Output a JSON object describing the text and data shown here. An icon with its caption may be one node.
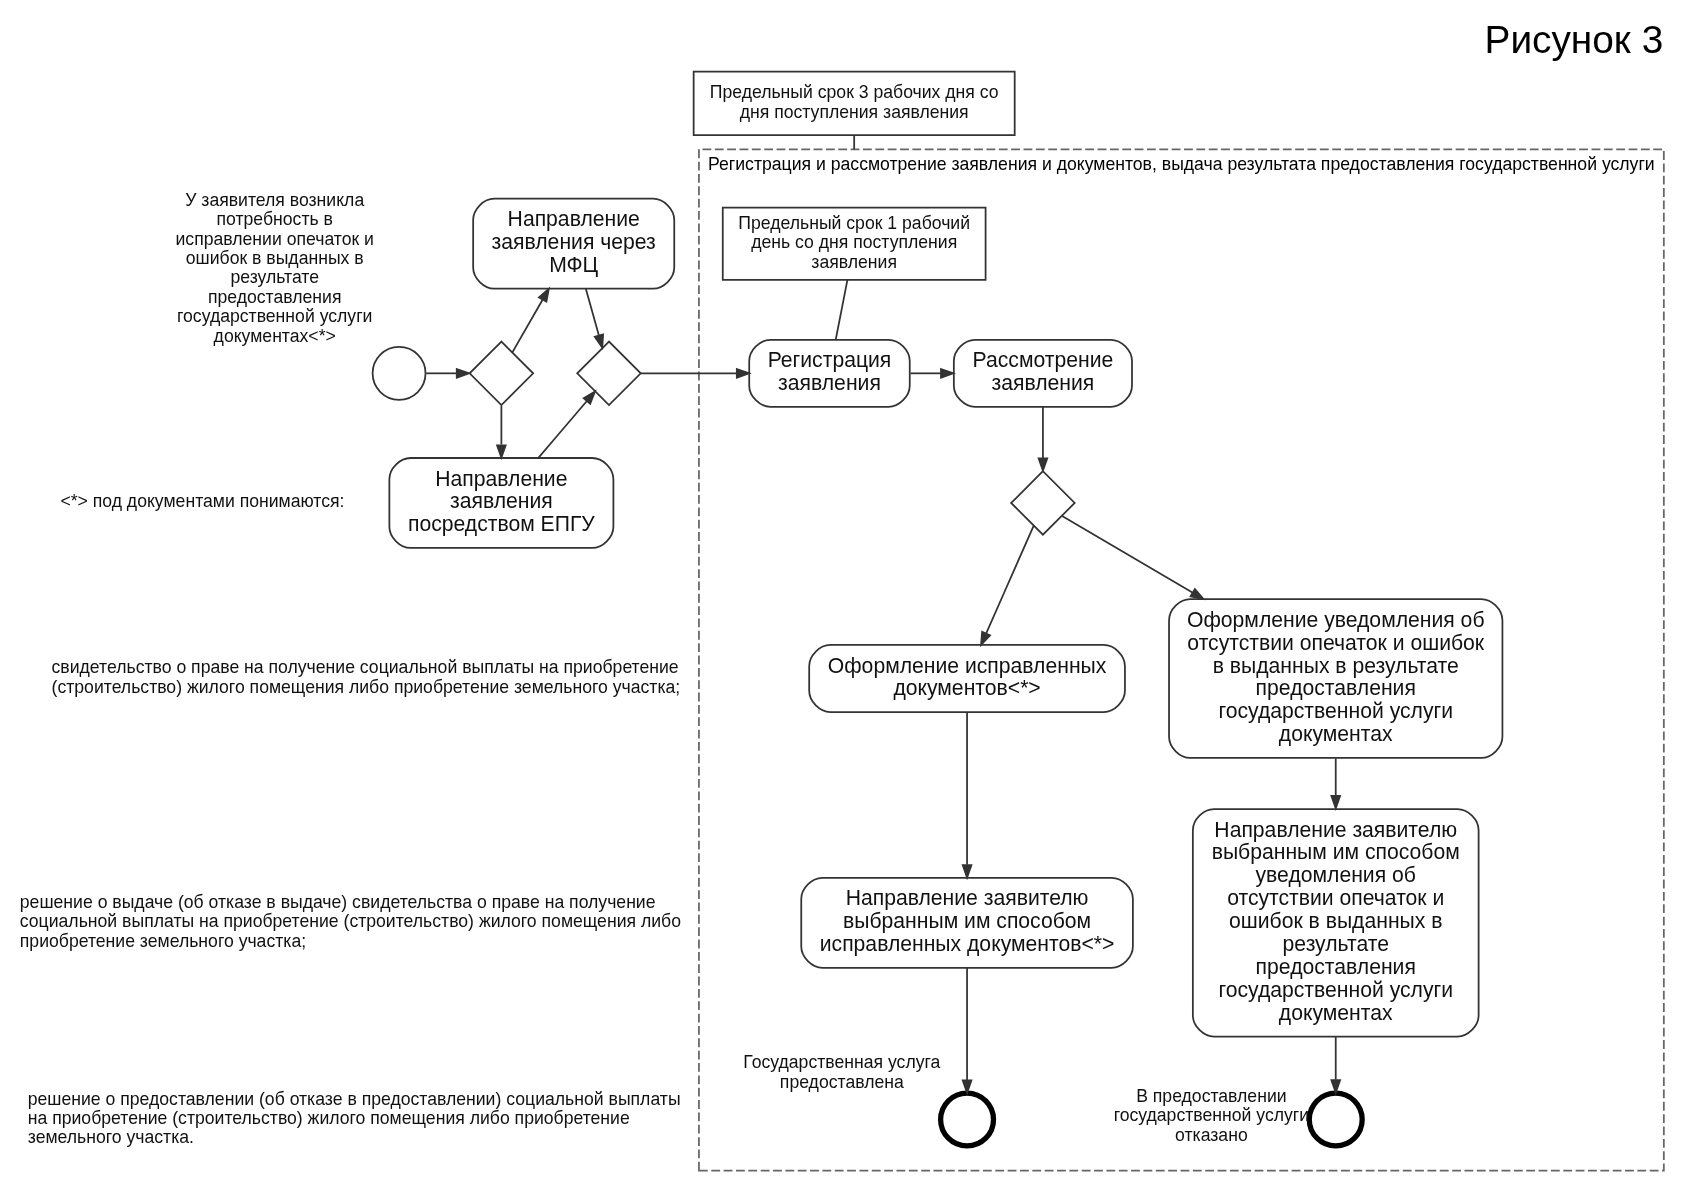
{
  "diagram": {
    "title": "Рисунок 3",
    "nodes": [
      {
        "text": [],
        "shape": "circle",
        "beside": [
          "У заявителя возникла потребность в исправлении опечаток и ошибок в выданных в результате предоставления государственной услуги документах<*>"
        ]
      },
      {
        "text": [],
        "shape": "diamond"
      },
      {
        "text": [
          "Направление заявления через МФЦ"
        ]
      },
      {
        "text": [
          "Направление заявления посредством ЕПГУ"
        ]
      },
      {
        "text": [],
        "shape": "diamond"
      },
      {
        "text": [
          "Предельный срок 3 рабочих дня со дня поступления заявления"
        ]
      },
      {
        "text": [
          "Регистрация и рассмотрение заявления и документов, выдача результата предоставления государственной услуги"
        ]
      },
      {
        "text": [
          "Предельный срок 1 рабочий день со дня поступления заявления"
        ],
        "in": 6
      },
      {
        "text": [
          "Регистрация заявления"
        ],
        "in": 6
      },
      {
        "text": [
          "Рассмотрение заявления"
        ],
        "in": 6
      },
      {
        "text": [],
        "shape": "diamond",
        "in": 6
      },
      {
        "text": [
          "Оформление исправленных документов<*>"
        ],
        "in": 6
      },
      {
        "text": [
          "Оформление уведомления об отсутствии опечаток и ошибок в выданных в результате предоставления государственной услуги документах"
        ],
        "in": 6
      },
      {
        "text": [
          "Направление заявителю выбранным им способом исправленных документов<*>"
        ],
        "in": 6
      },
      {
        "text": [],
        "shape": "circle",
        "in": 6,
        "beside": [
          "Государственная услуга предоставлена"
        ]
      },
      {
        "text": [
          "Направление заявителю выбранным им способом уведомления об отсутствии опечаток и ошибок в выданных в результате предоставления государственной услуги документах"
        ],
        "in": 6
      },
      {
        "text": [],
        "shape": "circle",
        "in": 6,
        "beside": [
          "В предоставлении государственной услуги отказано"
        ]
      }
    ],
    "edges": [
      {
        "from": 0,
        "to": 1,
        "arrow": "to"
      },
      {
        "from": 1,
        "to": 2,
        "arrow": "to"
      },
      {
        "from": 1,
        "to": 3,
        "arrow": "to"
      },
      {
        "from": 2,
        "to": 4,
        "arrow": "to"
      },
      {
        "from": 3,
        "to": 4,
        "arrow": "to"
      },
      {
        "from": 4,
        "to": 8,
        "arrow": "to"
      },
      {
        "from": 8,
        "to": 9,
        "arrow": "to"
      },
      {
        "from": 9,
        "to": 10,
        "arrow": "to"
      },
      {
        "from": 10,
        "to": 11,
        "arrow": "to"
      },
      {
        "from": 10,
        "to": 12,
        "arrow": "to"
      },
      {
        "from": 11,
        "to": 13,
        "arrow": "to"
      },
      {
        "from": 13,
        "to": 14,
        "arrow": "to"
      },
      {
        "from": 12,
        "to": 15,
        "arrow": "to"
      },
      {
        "from": 15,
        "to": 16,
        "arrow": "to"
      },
      {
        "from": 5,
        "to": 6,
        "arrow": "none"
      },
      {
        "from": 7,
        "to": 8,
        "arrow": "none"
      }
    ],
    "labels": [
      "<*> под документами понимаются:",
      "свидетельство о праве на получение социальной выплаты на приобретение (строительство) жилого помещения либо приобретение земельного участка;",
      "решение о выдаче (об отказе в выдаче) свидетельства о праве на получение социальной выплаты на приобретение (строительство) жилого помещения либо приобретение земельного участка;",
      "решение о предоставлении (об отказе в предоставлении) социальной выплаты на приобретение (строительство) жилого помещения либо приобретение земельного участка."
    ]
  }
}
